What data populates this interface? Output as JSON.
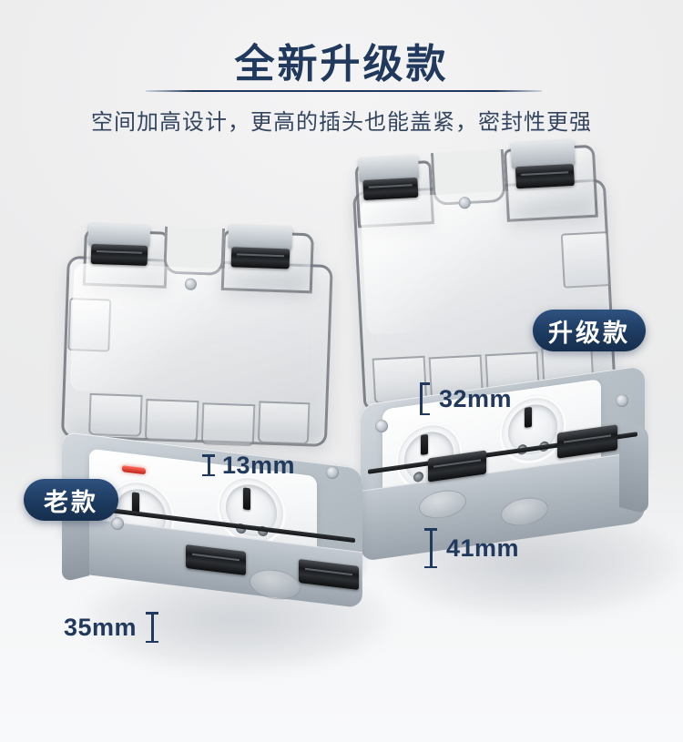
{
  "header": {
    "title": "全新升级款",
    "subtitle": "空间加高设计，更高的插头也能盖紧，密封性更强",
    "title_color": "#20395c",
    "divider_color": "#20395c"
  },
  "badges": {
    "old": "老款",
    "new": "升级款",
    "background_color": "#1d3a60",
    "text_color": "#ffffff"
  },
  "dimensions": {
    "old_socket_depth": "13mm",
    "old_body_height": "35mm",
    "new_socket_depth": "32mm",
    "new_body_height": "41mm",
    "label_color": "#20395c"
  },
  "products": {
    "old_unit": {
      "name": "老款",
      "lid": "transparent-smoke-cover",
      "body_color": "#b3bbc3",
      "faceplate_color": "#ffffff",
      "socket_count": 2,
      "socket_type": "schuko",
      "indicator": "red-led"
    },
    "new_unit": {
      "name": "升级款",
      "lid": "transparent-smoke-cover",
      "body_color": "#b3bbc3",
      "faceplate_color": "#ffffff",
      "socket_count": 2,
      "socket_type": "schuko",
      "indicator": "none"
    }
  },
  "scene": {
    "background_color": "#ececed"
  }
}
